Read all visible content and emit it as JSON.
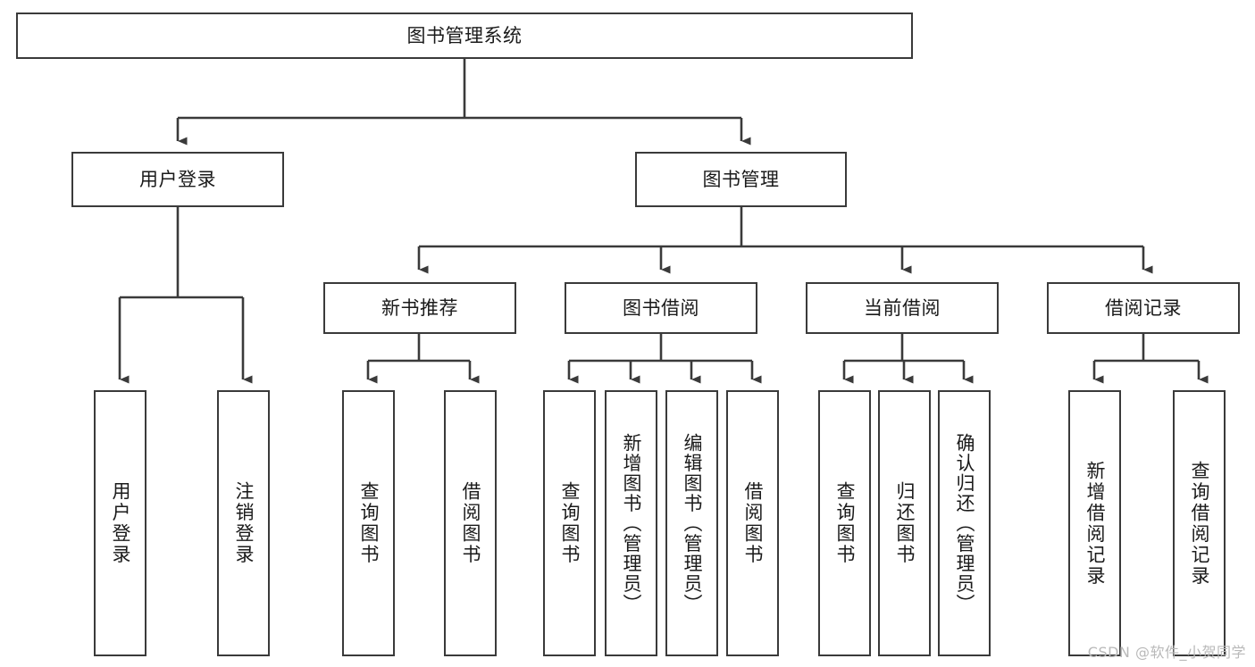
{
  "diagram": {
    "type": "tree-hierarchy",
    "title": "图书管理系统",
    "watermark": "CSDN @软件_小贺同学",
    "colors": {
      "box_border": "#3a3a3a",
      "box_fill": "#ffffff",
      "connector": "#3a3a3a",
      "text": "#1a1a1a",
      "watermark": "#b9b9b9"
    },
    "nodes": {
      "root": {
        "label": "图书管理系统"
      },
      "level2": [
        {
          "label": "用户登录"
        },
        {
          "label": "图书管理"
        }
      ],
      "level3": [
        {
          "label": "新书推荐"
        },
        {
          "label": "图书借阅"
        },
        {
          "label": "当前借阅"
        },
        {
          "label": "借阅记录"
        }
      ],
      "leaves": {
        "user_login": [
          {
            "label": "用户登录"
          },
          {
            "label": "注销登录"
          }
        ],
        "new_book_recommend": [
          {
            "label": "查询图书"
          },
          {
            "label": "借阅图书"
          }
        ],
        "book_borrow": [
          {
            "label": "查询图书"
          },
          {
            "label": "新增图书（管理员）"
          },
          {
            "label": "编辑图书（管理员）"
          },
          {
            "label": "借阅图书"
          }
        ],
        "current_borrow": [
          {
            "label": "查询图书"
          },
          {
            "label": "归还图书"
          },
          {
            "label": "确认归还（管理员）"
          }
        ],
        "borrow_record": [
          {
            "label": "新增借阅记录"
          },
          {
            "label": "查询借阅记录"
          }
        ]
      }
    }
  }
}
